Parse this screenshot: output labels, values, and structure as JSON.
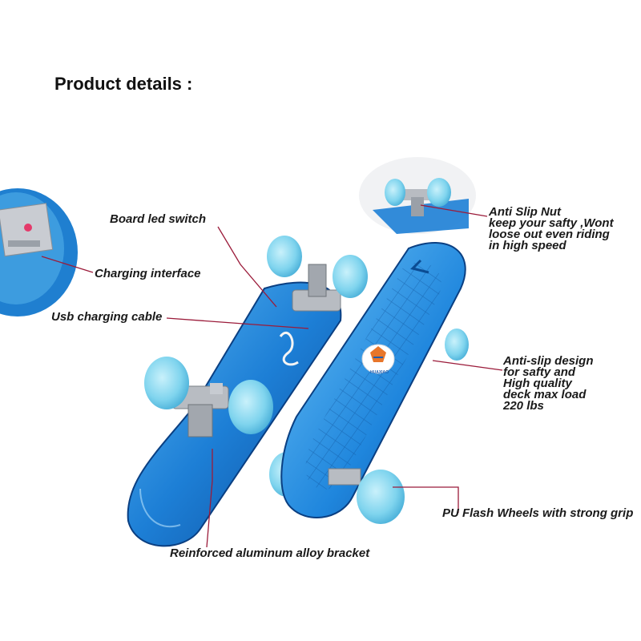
{
  "title": "Product details :",
  "labels": {
    "board_led_switch": "Board led switch",
    "charging_interface": "Charging interface",
    "usb_cable": "Usb charging cable",
    "anti_slip_nut": [
      "Anti Slip Nut",
      "keep your safty ,Wont",
      "loose out even riding",
      "in high speed"
    ],
    "anti_slip_design": [
      "Anti-slip design",
      "for safty  and",
      "High quality",
      "deck max load",
      "220 lbs"
    ],
    "pu_wheels": "PU Flash Wheels with strong grip",
    "bracket": "Reinforced aluminum alloy bracket"
  },
  "logo_text": "HUAXIAO",
  "colors": {
    "deck": "#1d7fd6",
    "deck_dark": "#0d4f9e",
    "wheel": "#7fd4ee",
    "callout_line": "#9b1b3a",
    "truck": "#b8bcc2"
  }
}
